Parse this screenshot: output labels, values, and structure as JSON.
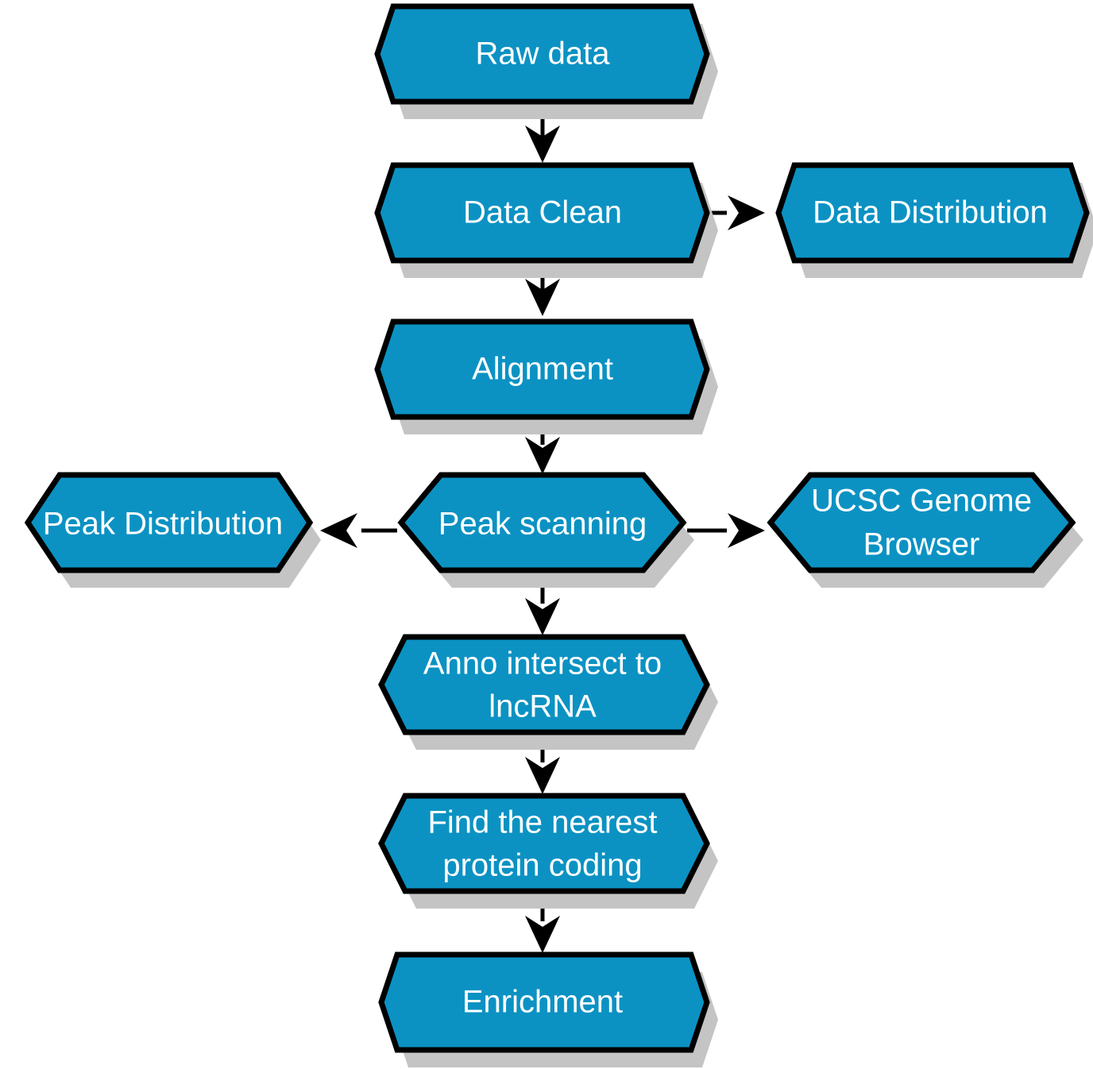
{
  "diagram": {
    "title": "ChIP-seq / lncRNA analysis pipeline flowchart",
    "style": {
      "node_fill": "#0b92c3",
      "node_stroke": "#000000",
      "node_shadow": "#c4c4c4",
      "label_color": "#ffffff",
      "arrow_color": "#000000",
      "background": "#ffffff"
    },
    "nodes": [
      {
        "id": "raw-data",
        "label": "Raw data",
        "lines": [
          "Raw data"
        ]
      },
      {
        "id": "data-clean",
        "label": "Data Clean",
        "lines": [
          "Data Clean"
        ]
      },
      {
        "id": "data-distribution",
        "label": "Data Distribution",
        "lines": [
          "Data Distribution"
        ]
      },
      {
        "id": "alignment",
        "label": "Alignment",
        "lines": [
          "Alignment"
        ]
      },
      {
        "id": "peak-distribution",
        "label": "Peak Distribution",
        "lines": [
          "Peak Distribution"
        ]
      },
      {
        "id": "peak-scanning",
        "label": "Peak scanning",
        "lines": [
          "Peak scanning"
        ]
      },
      {
        "id": "ucsc-genome-browser",
        "label": "UCSC Genome Browser",
        "lines": [
          "UCSC Genome",
          "Browser"
        ]
      },
      {
        "id": "anno-intersect",
        "label": "Anno intersect to lncRNA",
        "lines": [
          "Anno intersect to",
          "lncRNA"
        ]
      },
      {
        "id": "find-nearest",
        "label": "Find the nearest protein coding",
        "lines": [
          "Find the nearest",
          "protein coding"
        ]
      },
      {
        "id": "enrichment",
        "label": "Enrichment",
        "lines": [
          "Enrichment"
        ]
      }
    ],
    "edges": [
      {
        "id": "raw-data-to-data-clean",
        "from": "raw-data",
        "to": "data-clean",
        "direction": "down"
      },
      {
        "id": "data-clean-to-data-distribution",
        "from": "data-clean",
        "to": "data-distribution",
        "direction": "right"
      },
      {
        "id": "data-clean-to-alignment",
        "from": "data-clean",
        "to": "alignment",
        "direction": "down"
      },
      {
        "id": "alignment-to-peak-scanning",
        "from": "alignment",
        "to": "peak-scanning",
        "direction": "down"
      },
      {
        "id": "peak-scanning-to-peak-distribution",
        "from": "peak-scanning",
        "to": "peak-distribution",
        "direction": "left"
      },
      {
        "id": "peak-scanning-to-ucsc",
        "from": "peak-scanning",
        "to": "ucsc-genome-browser",
        "direction": "right"
      },
      {
        "id": "peak-scanning-to-anno-intersect",
        "from": "peak-scanning",
        "to": "anno-intersect",
        "direction": "down"
      },
      {
        "id": "anno-intersect-to-find-nearest",
        "from": "anno-intersect",
        "to": "find-nearest",
        "direction": "down"
      },
      {
        "id": "find-nearest-to-enrichment",
        "from": "find-nearest",
        "to": "enrichment",
        "direction": "down"
      }
    ]
  }
}
